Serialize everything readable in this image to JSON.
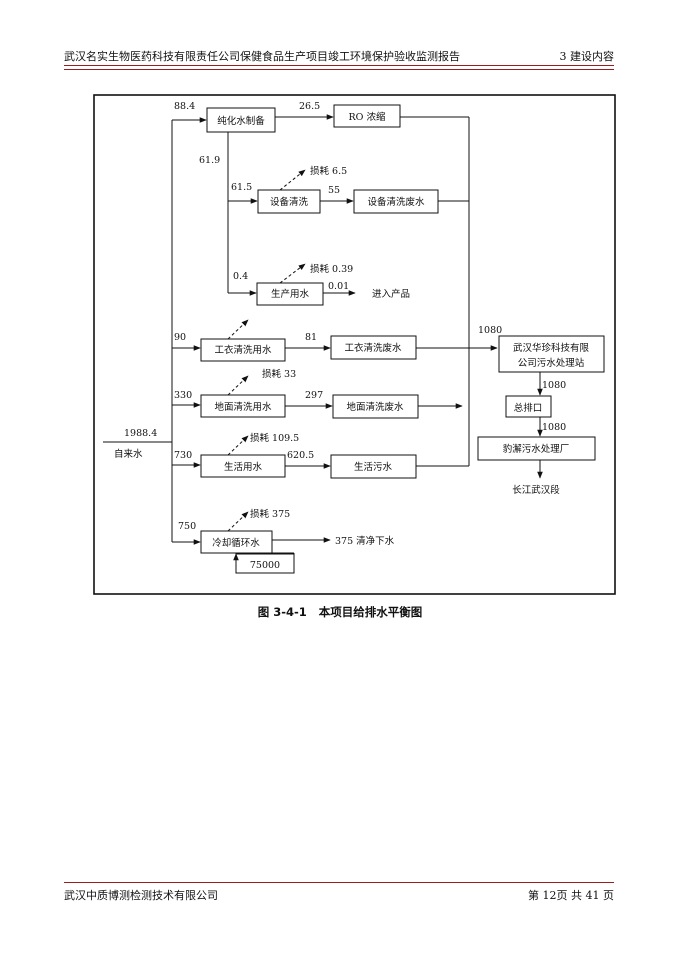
{
  "header": {
    "title": "武汉名实生物医药科技有限责任公司保健食品生产项目竣工环境保护验收监测报告",
    "section": "3  建设内容"
  },
  "footer": {
    "company": "武汉中质博测检测技术有限公司",
    "page": "第 12页  共 41 页"
  },
  "caption": {
    "number": "图 3-4-1",
    "title": "本项目给排水平衡图"
  },
  "diagram": {
    "nodes": {
      "pure_water": "纯化水制备",
      "ro": "RO 浓缩",
      "equip_wash": "设备清洗",
      "equip_waste": "设备清洗废水",
      "production": "生产用水",
      "into_product": "进入产品",
      "uniform_wash": "工衣清洗用水",
      "uniform_waste": "工衣清洗废水",
      "floor_wash": "地面清洗用水",
      "floor_waste": "地面清洗废水",
      "domestic": "生活用水",
      "sewage": "生活污水",
      "cooling": "冷却循环水",
      "recycle": "75000",
      "wwtp_line1": "武汉华珍科技有限",
      "wwtp_line2": "公司污水处理站",
      "outfall": "总排口",
      "city_plant": "豹澥污水处理厂",
      "river": "长江武汉段",
      "tap_water": "自来水"
    },
    "values": {
      "total": "1988.4",
      "to_pure": "88.4",
      "ro_flow": "26.5",
      "pure_out": "61.9",
      "equip_in": "61.5",
      "equip_out": "55",
      "equip_loss": "损耗 6.5",
      "prod_in": "0.4",
      "prod_loss": "损耗 0.39",
      "prod_out": "0.01",
      "uniform_in": "90",
      "uniform_out": "81",
      "floor_in": "330",
      "floor_loss": "损耗 33",
      "floor_out": "297",
      "domestic_in": "730",
      "domestic_loss": "损耗 109.5",
      "domestic_out": "620.5",
      "cooling_in": "750",
      "cooling_loss": "损耗 375",
      "clean_drain": "375 清净下水",
      "to_wwtp": "1080",
      "wwtp_out": "1080",
      "outfall_out": "1080"
    }
  }
}
